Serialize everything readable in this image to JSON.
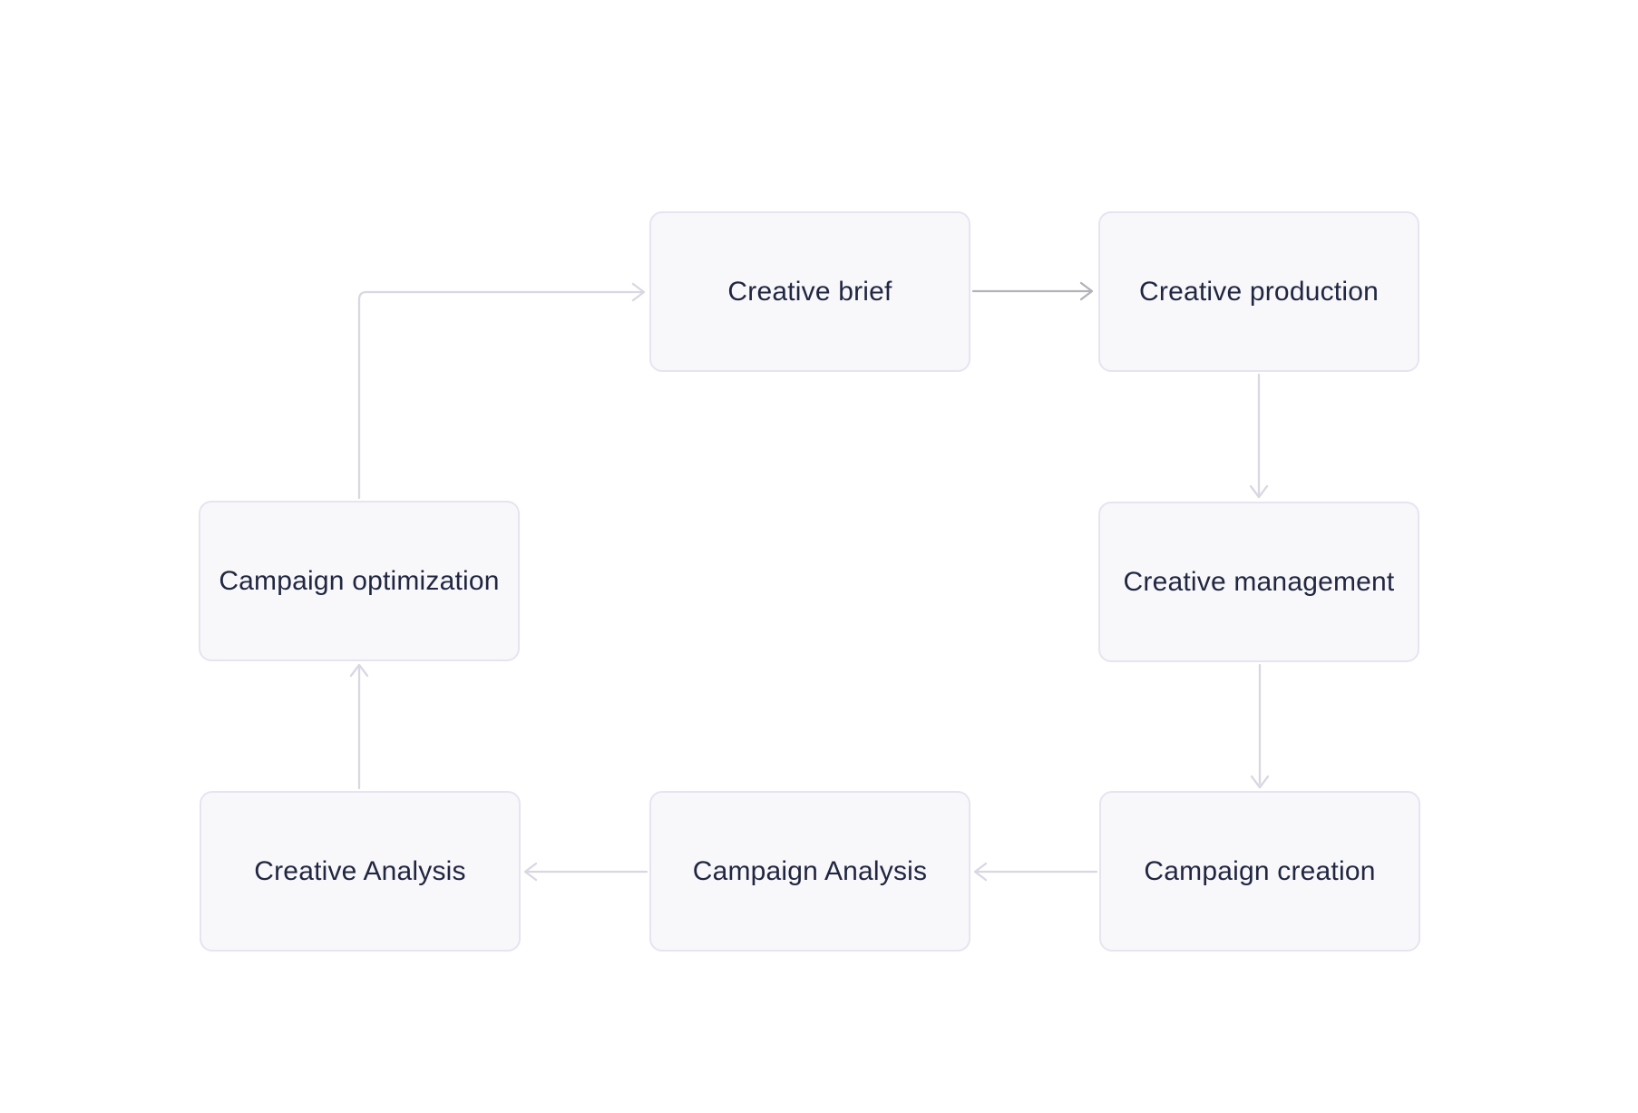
{
  "diagram": {
    "type": "flowchart",
    "background": "#ffffff",
    "nodes": [
      {
        "id": "creative-brief",
        "label": "Creative brief"
      },
      {
        "id": "creative-production",
        "label": "Creative production"
      },
      {
        "id": "creative-management",
        "label": "Creative management"
      },
      {
        "id": "campaign-creation",
        "label": "Campaign creation"
      },
      {
        "id": "campaign-analysis",
        "label": "Campaign Analysis"
      },
      {
        "id": "creative-analysis",
        "label": "Creative Analysis"
      },
      {
        "id": "campaign-optimization",
        "label": "Campaign optimization"
      }
    ],
    "edges": [
      {
        "from": "creative-brief",
        "to": "creative-production",
        "style": "emphasis"
      },
      {
        "from": "creative-production",
        "to": "creative-management",
        "style": "normal"
      },
      {
        "from": "creative-management",
        "to": "campaign-creation",
        "style": "normal"
      },
      {
        "from": "campaign-creation",
        "to": "campaign-analysis",
        "style": "normal"
      },
      {
        "from": "campaign-analysis",
        "to": "creative-analysis",
        "style": "normal"
      },
      {
        "from": "creative-analysis",
        "to": "campaign-optimization",
        "style": "normal"
      },
      {
        "from": "campaign-optimization",
        "to": "creative-brief",
        "style": "normal"
      }
    ],
    "colors": {
      "node_fill": "#f8f8fb",
      "node_border": "#e5e5f1",
      "node_text": "#212741",
      "connector": "#d8d8e2",
      "connector_emphasis": "#b2b2b9"
    }
  }
}
